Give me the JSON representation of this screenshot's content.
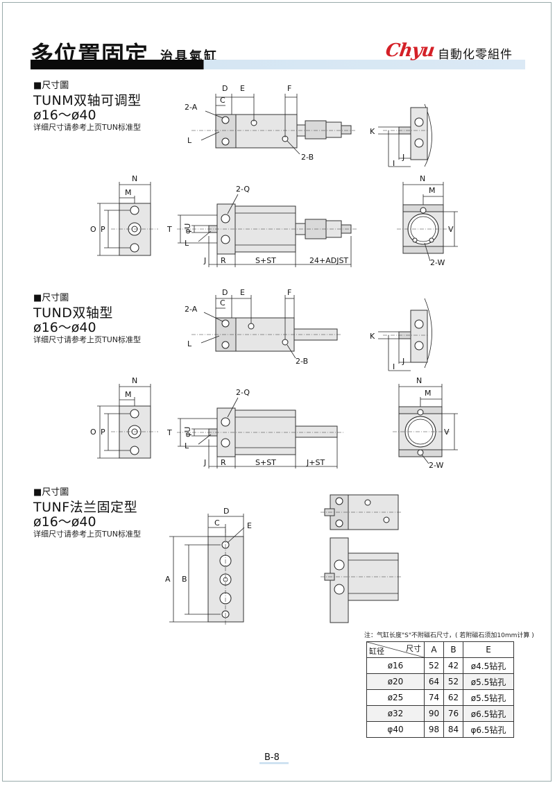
{
  "header": {
    "title_main": "多位置固定",
    "title_sub": "治具氣缸",
    "brand_logo": "Chyu",
    "brand_company": "自動化零組件",
    "accent_color": "#d42027",
    "bar_color": "#dbe9f5"
  },
  "sections": [
    {
      "label": "■尺寸圖",
      "model": "TUNM双轴可调型",
      "range": "ø16～ø40",
      "note": "详细尺寸请参考上页TUN标准型",
      "dims": {
        "D": "D",
        "E": "E",
        "F": "F",
        "C": "C",
        "two_A": "2-A",
        "L": "L",
        "two_B": "2-B",
        "K": "K",
        "I": "I",
        "J": "J",
        "N": "N",
        "M": "M",
        "O": "O",
        "P": "P",
        "two_Q": "2-Q",
        "T": "T",
        "phiU": "φU",
        "R": "R",
        "S_ST": "S+ST",
        "extra": "24+ADJST",
        "V": "V",
        "two_W": "2-W"
      }
    },
    {
      "label": "■尺寸圖",
      "model": "TUND双轴型",
      "range": "ø16～ø40",
      "note": "详细尺寸请参考上页TUN标准型",
      "dims": {
        "D": "D",
        "E": "E",
        "F": "F",
        "C": "C",
        "two_A": "2-A",
        "L": "L",
        "two_B": "2-B",
        "K": "K",
        "I": "I",
        "J": "J",
        "N": "N",
        "M": "M",
        "O": "O",
        "P": "P",
        "two_Q": "2-Q",
        "T": "T",
        "phiU": "φU",
        "R": "R",
        "S_ST": "S+ST",
        "extra": "J+ST",
        "V": "V",
        "two_W": "2-W"
      }
    },
    {
      "label": "■尺寸圖",
      "model": "TUNF法兰固定型",
      "range": "ø16～ø40",
      "note": "详细尺寸请参考上页TUN标准型",
      "dims": {
        "D": "D",
        "C": "C",
        "E": "E",
        "A": "A",
        "B": "B"
      }
    }
  ],
  "table": {
    "note": "注：气缸长度\"S\"不附磁石尺寸，( 若附磁石须加10mm计算 )",
    "header_top": "尺寸",
    "header_bottom": "缸径",
    "columns": [
      "A",
      "B",
      "E"
    ],
    "rows": [
      {
        "bore": "ø16",
        "A": "52",
        "B": "42",
        "E": "ø4.5钻孔"
      },
      {
        "bore": "ø20",
        "A": "64",
        "B": "52",
        "E": "ø5.5钻孔"
      },
      {
        "bore": "ø25",
        "A": "74",
        "B": "62",
        "E": "ø5.5钻孔"
      },
      {
        "bore": "ø32",
        "A": "90",
        "B": "76",
        "E": "ø6.5钻孔"
      },
      {
        "bore": "φ40",
        "A": "98",
        "B": "84",
        "E": "φ6.5钻孔"
      }
    ]
  },
  "footer": {
    "page_number": "B-8"
  }
}
